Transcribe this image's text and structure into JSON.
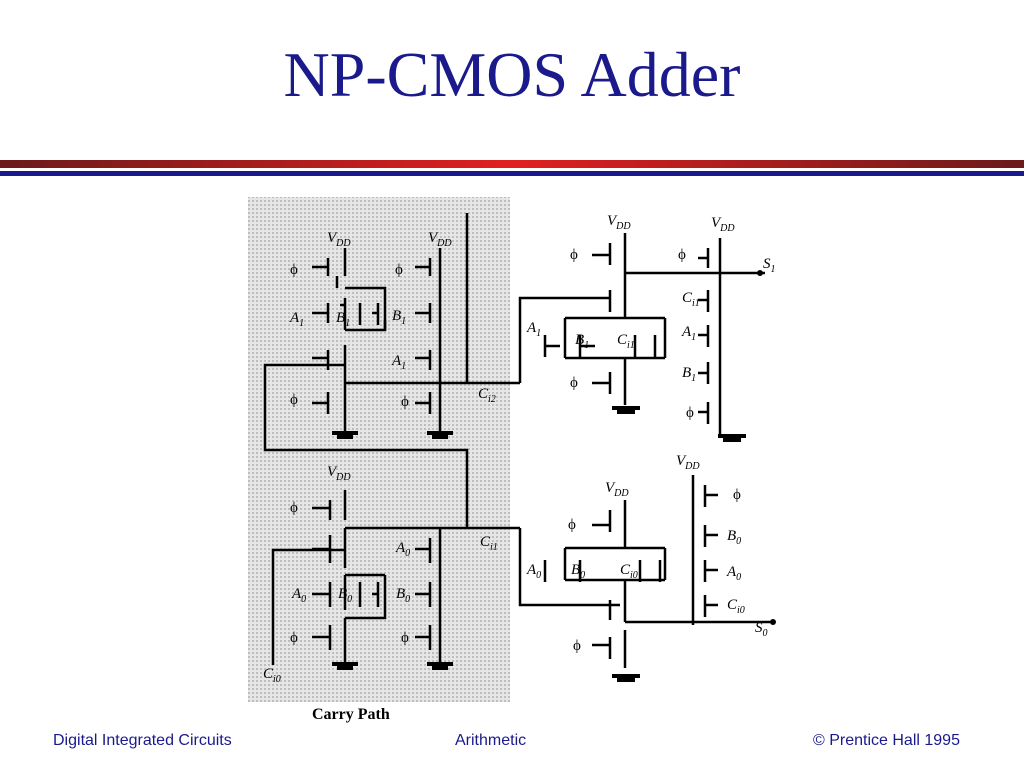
{
  "slide": {
    "title": "NP-CMOS Adder",
    "colors": {
      "title": "#1a1a8c",
      "rule_red": "#b22222",
      "rule_blue": "#1a1a8c",
      "carry_bg": "#d9d9d9"
    }
  },
  "diagram": {
    "caption": "Carry Path",
    "labels": {
      "vdd": "V",
      "vdd_sub": "DD",
      "phi": "ϕ",
      "a": "A",
      "b": "B",
      "ci": "C",
      "s": "S",
      "sub0": "0",
      "sub1": "1",
      "subi0": "i0",
      "subi1": "i1",
      "subi2": "i2"
    }
  },
  "footer": {
    "left": "Digital Integrated Circuits",
    "center": "Arithmetic",
    "right": "© Prentice Hall 1995"
  }
}
